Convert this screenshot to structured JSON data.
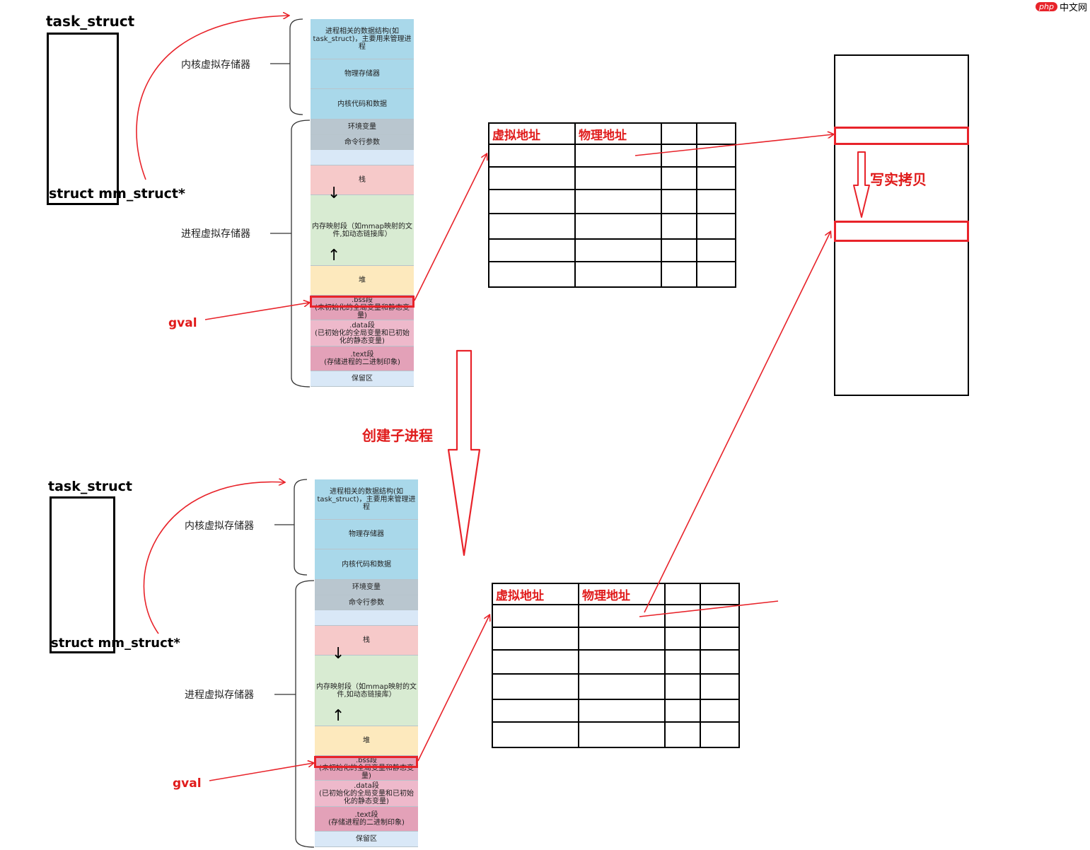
{
  "logo": {
    "badge": "php",
    "text": "中文网"
  },
  "top_process": {
    "task_title": "task_struct",
    "mm_label": "struct mm_struct*",
    "kernel_label": "内核虚拟存储器",
    "process_label": "进程虚拟存储器",
    "gval_label": "gval"
  },
  "bottom_process": {
    "task_title": "task_struct",
    "mm_label": "struct mm_struct*",
    "kernel_label": "内核虚拟存储器",
    "process_label": "进程虚拟存储器",
    "gval_label": "gval"
  },
  "segments": {
    "task_data": "进程相关的数据结构(如task_struct)，主要用来管理进程",
    "phys_mem": "物理存储器",
    "kernel_code": "内核代码和数据",
    "env": "环境变量",
    "cmd": "命令行参数",
    "stack": "栈",
    "mmap": "内存映射段（如mmap映射的文件,如动态链接库）",
    "heap": "堆",
    "bss": ".bss段",
    "bss_desc": "(未初始化的全局变量和静态变量)",
    "data": ".data段",
    "data_desc": "(已初始化的全局变量和已初始化的静态变量)",
    "text": ".text段",
    "text_desc": "(存储进程的二进制印象)",
    "reserved": "保留区"
  },
  "page_table": {
    "col_virtual": "虚拟地址",
    "col_physical": "物理地址"
  },
  "labels": {
    "create_child": "创建子进程",
    "copy_on_write": "写实拷贝"
  },
  "colors": {
    "kernel": "#a9d8ea",
    "grey": "#b9c6cf",
    "gap": "#d9e8f7",
    "stack": "#f6c9c9",
    "mmap": "#d8ebd2",
    "heap": "#fde9bd",
    "pink": "#e3a1b8",
    "pink_light": "#eeb9cb",
    "red": "#e01b1b"
  }
}
